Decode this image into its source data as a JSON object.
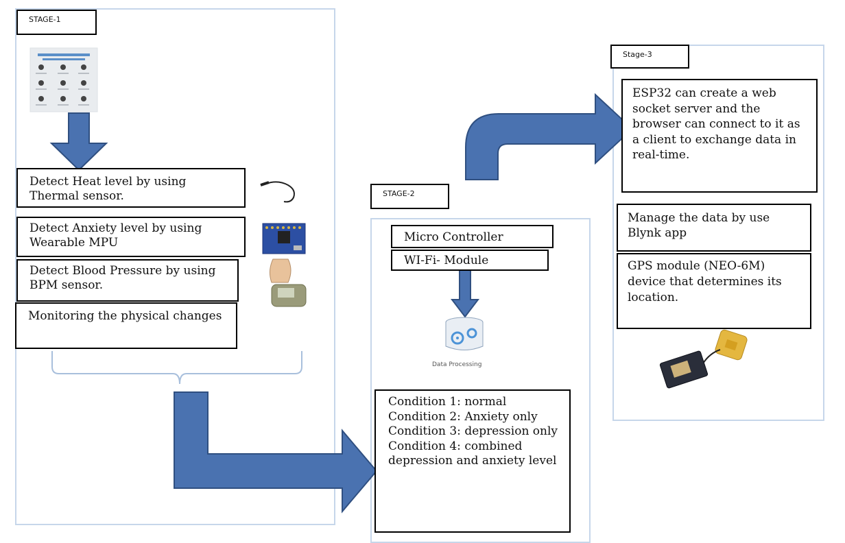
{
  "stage1": {
    "label": "STAGE-1",
    "boxes": [
      "Detect Heat level by using Thermal sensor.",
      "Detect Anxiety level by using Wearable MPU",
      "Detect Blood Pressure by using BPM sensor.",
      "Monitoring the physical changes"
    ],
    "poster_title": "Signs and Symptoms of Depression"
  },
  "stage2": {
    "label": "STAGE-2",
    "micro_controller": "Micro Controller",
    "wifi_module": "WI-Fi- Module",
    "data_processing": "Data Processing",
    "conditions": [
      "Condition 1: normal",
      "Condition 2: Anxiety only",
      "Condition 3: depression only",
      "Condition 4: combined depression and anxiety level"
    ]
  },
  "stage3": {
    "label": "Stage-3",
    "esp32_text": "ESP32 can create a web socket server and the browser can connect to it as a client to exchange data in real-time.",
    "blynk_text": "Manage the data by use Blynk app",
    "gps_text": "GPS module (NEO-6M) device that determines its location."
  },
  "colors": {
    "arrow_fill": "#4a72b0",
    "arrow_stroke": "#2f4f80",
    "panel_border": "#c6d6ea"
  }
}
